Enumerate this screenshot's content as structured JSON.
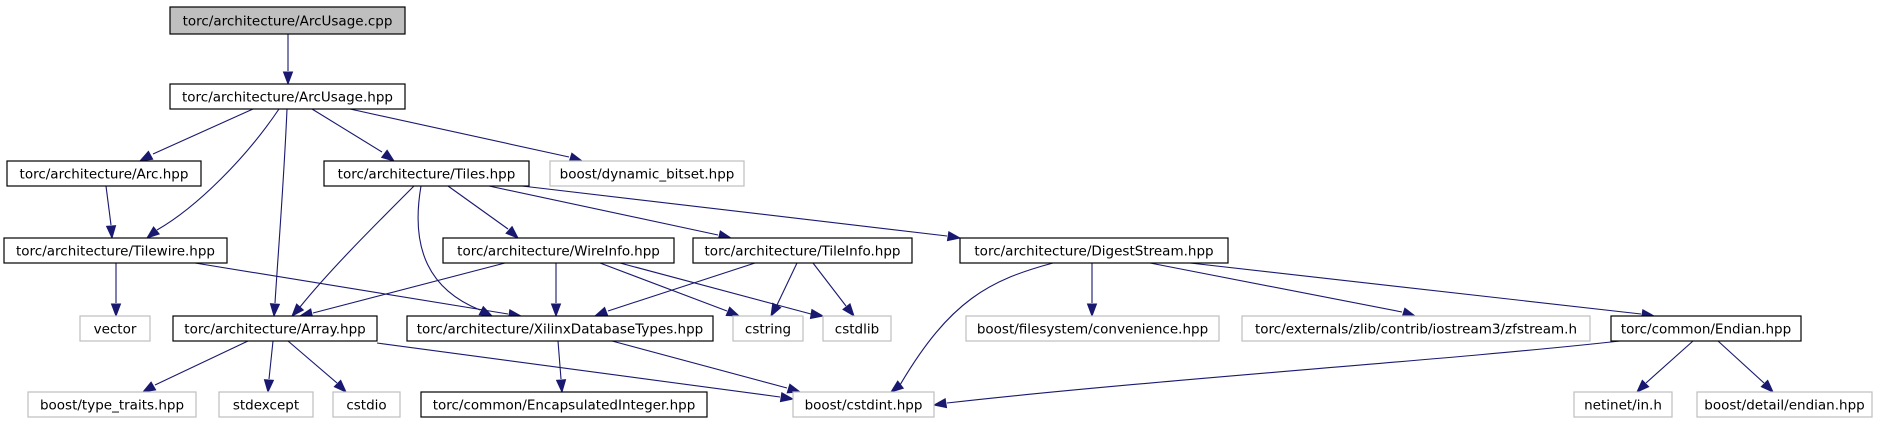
{
  "colors": {
    "edge": "#191970",
    "root_fill": "#bfbfbf",
    "node_border": "#000000",
    "external_border": "#bfbfbf",
    "text": "#000000"
  },
  "nodes": [
    {
      "id": "arcusage_cpp",
      "label": "torc/architecture/ArcUsage.cpp",
      "kind": "root"
    },
    {
      "id": "arcusage_hpp",
      "label": "torc/architecture/ArcUsage.hpp",
      "kind": "local"
    },
    {
      "id": "arc_hpp",
      "label": "torc/architecture/Arc.hpp",
      "kind": "local"
    },
    {
      "id": "tiles_hpp",
      "label": "torc/architecture/Tiles.hpp",
      "kind": "local"
    },
    {
      "id": "dynamic_bitset",
      "label": "boost/dynamic_bitset.hpp",
      "kind": "external"
    },
    {
      "id": "tilewire_hpp",
      "label": "torc/architecture/Tilewire.hpp",
      "kind": "local"
    },
    {
      "id": "wireinfo_hpp",
      "label": "torc/architecture/WireInfo.hpp",
      "kind": "local"
    },
    {
      "id": "tileinfo_hpp",
      "label": "torc/architecture/TileInfo.hpp",
      "kind": "local"
    },
    {
      "id": "digeststream_hpp",
      "label": "torc/architecture/DigestStream.hpp",
      "kind": "local"
    },
    {
      "id": "vector",
      "label": "vector",
      "kind": "external"
    },
    {
      "id": "array_hpp",
      "label": "torc/architecture/Array.hpp",
      "kind": "local"
    },
    {
      "id": "xilinxdbtypes_hpp",
      "label": "torc/architecture/XilinxDatabaseTypes.hpp",
      "kind": "local"
    },
    {
      "id": "cstring",
      "label": "cstring",
      "kind": "external"
    },
    {
      "id": "cstdlib",
      "label": "cstdlib",
      "kind": "external"
    },
    {
      "id": "convenience_hpp",
      "label": "boost/filesystem/convenience.hpp",
      "kind": "external"
    },
    {
      "id": "zfstream_h",
      "label": "torc/externals/zlib/contrib/iostream3/zfstream.h",
      "kind": "external"
    },
    {
      "id": "endian_hpp",
      "label": "torc/common/Endian.hpp",
      "kind": "local"
    },
    {
      "id": "type_traits",
      "label": "boost/type_traits.hpp",
      "kind": "external"
    },
    {
      "id": "stdexcept",
      "label": "stdexcept",
      "kind": "external"
    },
    {
      "id": "cstdio",
      "label": "cstdio",
      "kind": "external"
    },
    {
      "id": "encapint_hpp",
      "label": "torc/common/EncapsulatedInteger.hpp",
      "kind": "local"
    },
    {
      "id": "cstdint",
      "label": "boost/cstdint.hpp",
      "kind": "external"
    },
    {
      "id": "netinet_in",
      "label": "netinet/in.h",
      "kind": "external"
    },
    {
      "id": "detail_endian",
      "label": "boost/detail/endian.hpp",
      "kind": "external"
    }
  ],
  "edges": [
    {
      "from": "arcusage_cpp",
      "to": "arcusage_hpp"
    },
    {
      "from": "arcusage_hpp",
      "to": "arc_hpp"
    },
    {
      "from": "arcusage_hpp",
      "to": "tilewire_hpp"
    },
    {
      "from": "arcusage_hpp",
      "to": "array_hpp"
    },
    {
      "from": "arcusage_hpp",
      "to": "tiles_hpp"
    },
    {
      "from": "arcusage_hpp",
      "to": "dynamic_bitset"
    },
    {
      "from": "arc_hpp",
      "to": "tilewire_hpp"
    },
    {
      "from": "tilewire_hpp",
      "to": "vector"
    },
    {
      "from": "tilewire_hpp",
      "to": "xilinxdbtypes_hpp"
    },
    {
      "from": "tiles_hpp",
      "to": "array_hpp"
    },
    {
      "from": "tiles_hpp",
      "to": "xilinxdbtypes_hpp"
    },
    {
      "from": "tiles_hpp",
      "to": "wireinfo_hpp"
    },
    {
      "from": "tiles_hpp",
      "to": "tileinfo_hpp"
    },
    {
      "from": "tiles_hpp",
      "to": "digeststream_hpp"
    },
    {
      "from": "wireinfo_hpp",
      "to": "array_hpp"
    },
    {
      "from": "wireinfo_hpp",
      "to": "xilinxdbtypes_hpp"
    },
    {
      "from": "wireinfo_hpp",
      "to": "cstring"
    },
    {
      "from": "wireinfo_hpp",
      "to": "cstdlib"
    },
    {
      "from": "tileinfo_hpp",
      "to": "xilinxdbtypes_hpp"
    },
    {
      "from": "tileinfo_hpp",
      "to": "cstring"
    },
    {
      "from": "tileinfo_hpp",
      "to": "cstdlib"
    },
    {
      "from": "digeststream_hpp",
      "to": "cstdint"
    },
    {
      "from": "digeststream_hpp",
      "to": "convenience_hpp"
    },
    {
      "from": "digeststream_hpp",
      "to": "zfstream_h"
    },
    {
      "from": "digeststream_hpp",
      "to": "endian_hpp"
    },
    {
      "from": "array_hpp",
      "to": "type_traits"
    },
    {
      "from": "array_hpp",
      "to": "stdexcept"
    },
    {
      "from": "array_hpp",
      "to": "cstdio"
    },
    {
      "from": "array_hpp",
      "to": "cstdint"
    },
    {
      "from": "xilinxdbtypes_hpp",
      "to": "encapint_hpp"
    },
    {
      "from": "xilinxdbtypes_hpp",
      "to": "cstdint"
    },
    {
      "from": "endian_hpp",
      "to": "cstdint"
    },
    {
      "from": "endian_hpp",
      "to": "netinet_in"
    },
    {
      "from": "endian_hpp",
      "to": "detail_endian"
    }
  ]
}
